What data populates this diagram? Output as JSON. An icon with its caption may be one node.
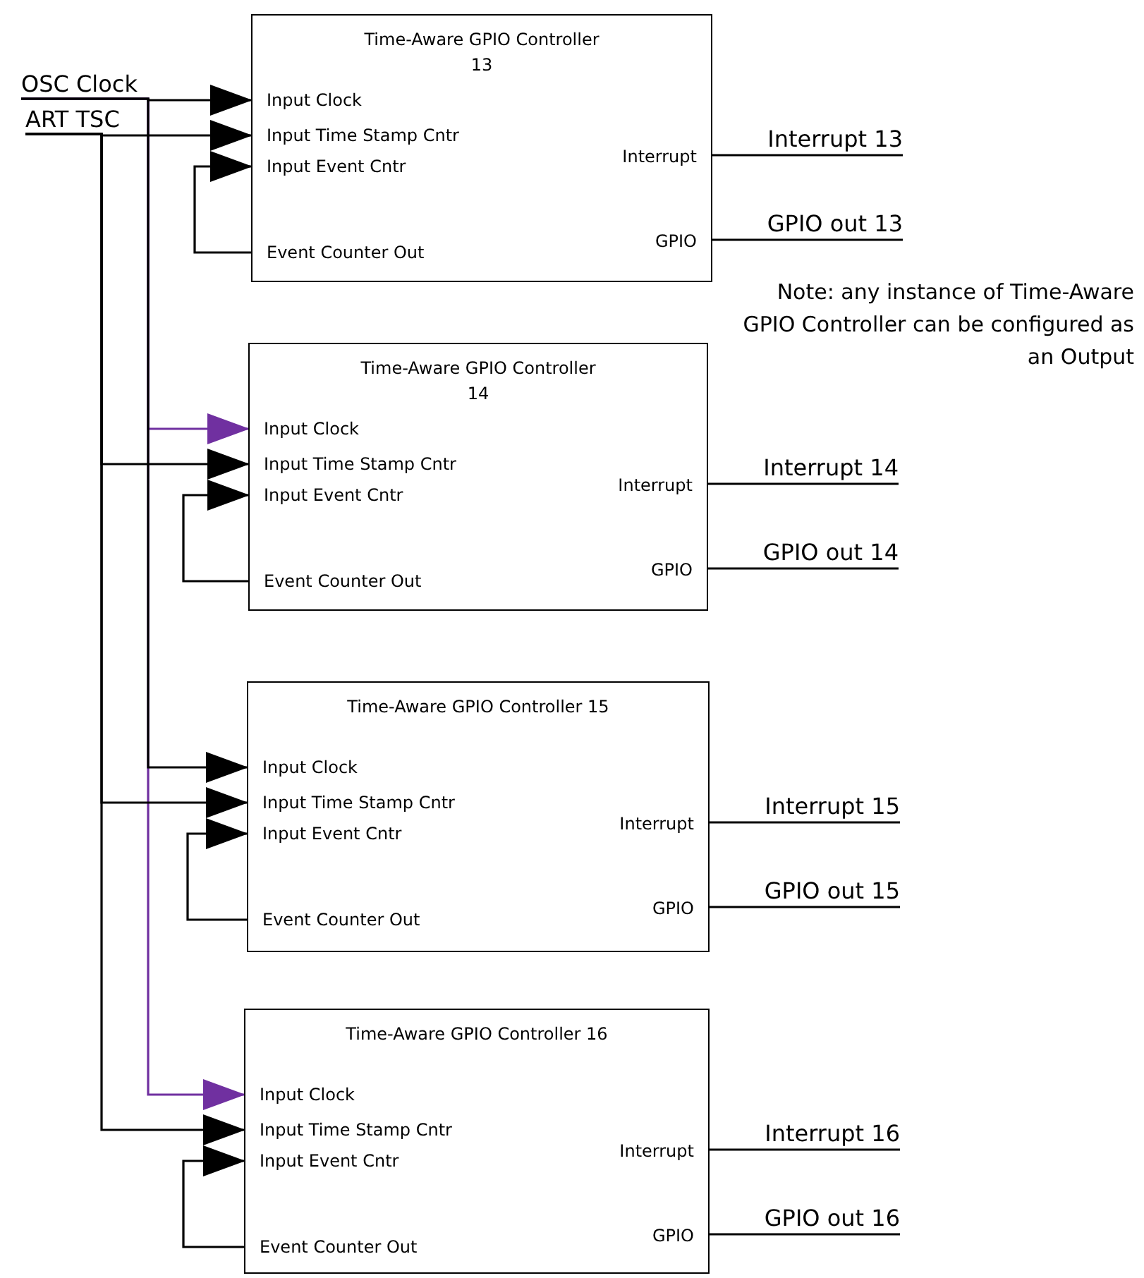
{
  "diagram": {
    "nodes": [
      {
        "text": [
          "OSC Clock"
        ]
      },
      {
        "text": [
          "ART TSC"
        ]
      },
      {
        "text": [
          "Time-Aware GPIO Controller 13"
        ]
      },
      {
        "text": [
          "Input Clock"
        ],
        "in": 2
      },
      {
        "text": [
          "Input Time Stamp Cntr"
        ],
        "in": 2
      },
      {
        "text": [
          "Input Event Cntr"
        ],
        "in": 2
      },
      {
        "text": [
          "Event Counter Out"
        ],
        "in": 2
      },
      {
        "text": [
          "Interrupt"
        ],
        "in": 2
      },
      {
        "text": [
          "GPIO"
        ],
        "in": 2
      },
      {
        "text": [
          "Interrupt 13"
        ]
      },
      {
        "text": [
          "GPIO out 13"
        ]
      },
      {
        "text": [
          "Time-Aware GPIO Controller 14"
        ]
      },
      {
        "text": [
          "Input Clock"
        ],
        "in": 11
      },
      {
        "text": [
          "Input Time Stamp Cntr"
        ],
        "in": 11
      },
      {
        "text": [
          "Input Event Cntr"
        ],
        "in": 11
      },
      {
        "text": [
          "Event Counter Out"
        ],
        "in": 11
      },
      {
        "text": [
          "Interrupt"
        ],
        "in": 11
      },
      {
        "text": [
          "GPIO"
        ],
        "in": 11
      },
      {
        "text": [
          "Interrupt 14"
        ]
      },
      {
        "text": [
          "GPIO out 14"
        ]
      },
      {
        "text": [
          "Time-Aware GPIO Controller 15"
        ]
      },
      {
        "text": [
          "Input Clock"
        ],
        "in": 20
      },
      {
        "text": [
          "Input Time Stamp Cntr"
        ],
        "in": 20
      },
      {
        "text": [
          "Input Event Cntr"
        ],
        "in": 20
      },
      {
        "text": [
          "Event Counter Out"
        ],
        "in": 20
      },
      {
        "text": [
          "Interrupt"
        ],
        "in": 20
      },
      {
        "text": [
          "GPIO"
        ],
        "in": 20
      },
      {
        "text": [
          "Interrupt 15"
        ]
      },
      {
        "text": [
          "GPIO out 15"
        ]
      },
      {
        "text": [
          "Time-Aware GPIO Controller 16"
        ]
      },
      {
        "text": [
          "Input Clock"
        ],
        "in": 29
      },
      {
        "text": [
          "Input Time Stamp Cntr"
        ],
        "in": 29
      },
      {
        "text": [
          "Input Event Cntr"
        ],
        "in": 29
      },
      {
        "text": [
          "Event Counter Out"
        ],
        "in": 29
      },
      {
        "text": [
          "Interrupt"
        ],
        "in": 29
      },
      {
        "text": [
          "GPIO"
        ],
        "in": 29
      },
      {
        "text": [
          "Interrupt 16"
        ]
      },
      {
        "text": [
          "GPIO out 16"
        ]
      }
    ],
    "edges": [
      {
        "from": 0,
        "to": 3,
        "arrow": "to"
      },
      {
        "from": 1,
        "to": 4,
        "arrow": "to"
      },
      {
        "from": 6,
        "to": 5,
        "arrow": "to"
      },
      {
        "from": 7,
        "to": 9,
        "arrow": "none"
      },
      {
        "from": 8,
        "to": 10,
        "arrow": "none"
      },
      {
        "from": 0,
        "to": 12,
        "arrow": "to",
        "color": "#7030a0"
      },
      {
        "from": 1,
        "to": 13,
        "arrow": "to"
      },
      {
        "from": 15,
        "to": 14,
        "arrow": "to"
      },
      {
        "from": 16,
        "to": 18,
        "arrow": "none"
      },
      {
        "from": 17,
        "to": 19,
        "arrow": "none"
      },
      {
        "from": 0,
        "to": 21,
        "arrow": "to"
      },
      {
        "from": 1,
        "to": 22,
        "arrow": "to"
      },
      {
        "from": 24,
        "to": 23,
        "arrow": "to"
      },
      {
        "from": 25,
        "to": 27,
        "arrow": "none"
      },
      {
        "from": 26,
        "to": 28,
        "arrow": "none"
      },
      {
        "from": 0,
        "to": 30,
        "arrow": "to",
        "color": "#7030a0"
      },
      {
        "from": 1,
        "to": 31,
        "arrow": "to"
      },
      {
        "from": 33,
        "to": 32,
        "arrow": "to"
      },
      {
        "from": 34,
        "to": 36,
        "arrow": "none"
      },
      {
        "from": 35,
        "to": 37,
        "arrow": "none"
      }
    ],
    "labels": [
      "Note: any instance of Time-Aware GPIO Controller can be configured as an Output"
    ]
  }
}
